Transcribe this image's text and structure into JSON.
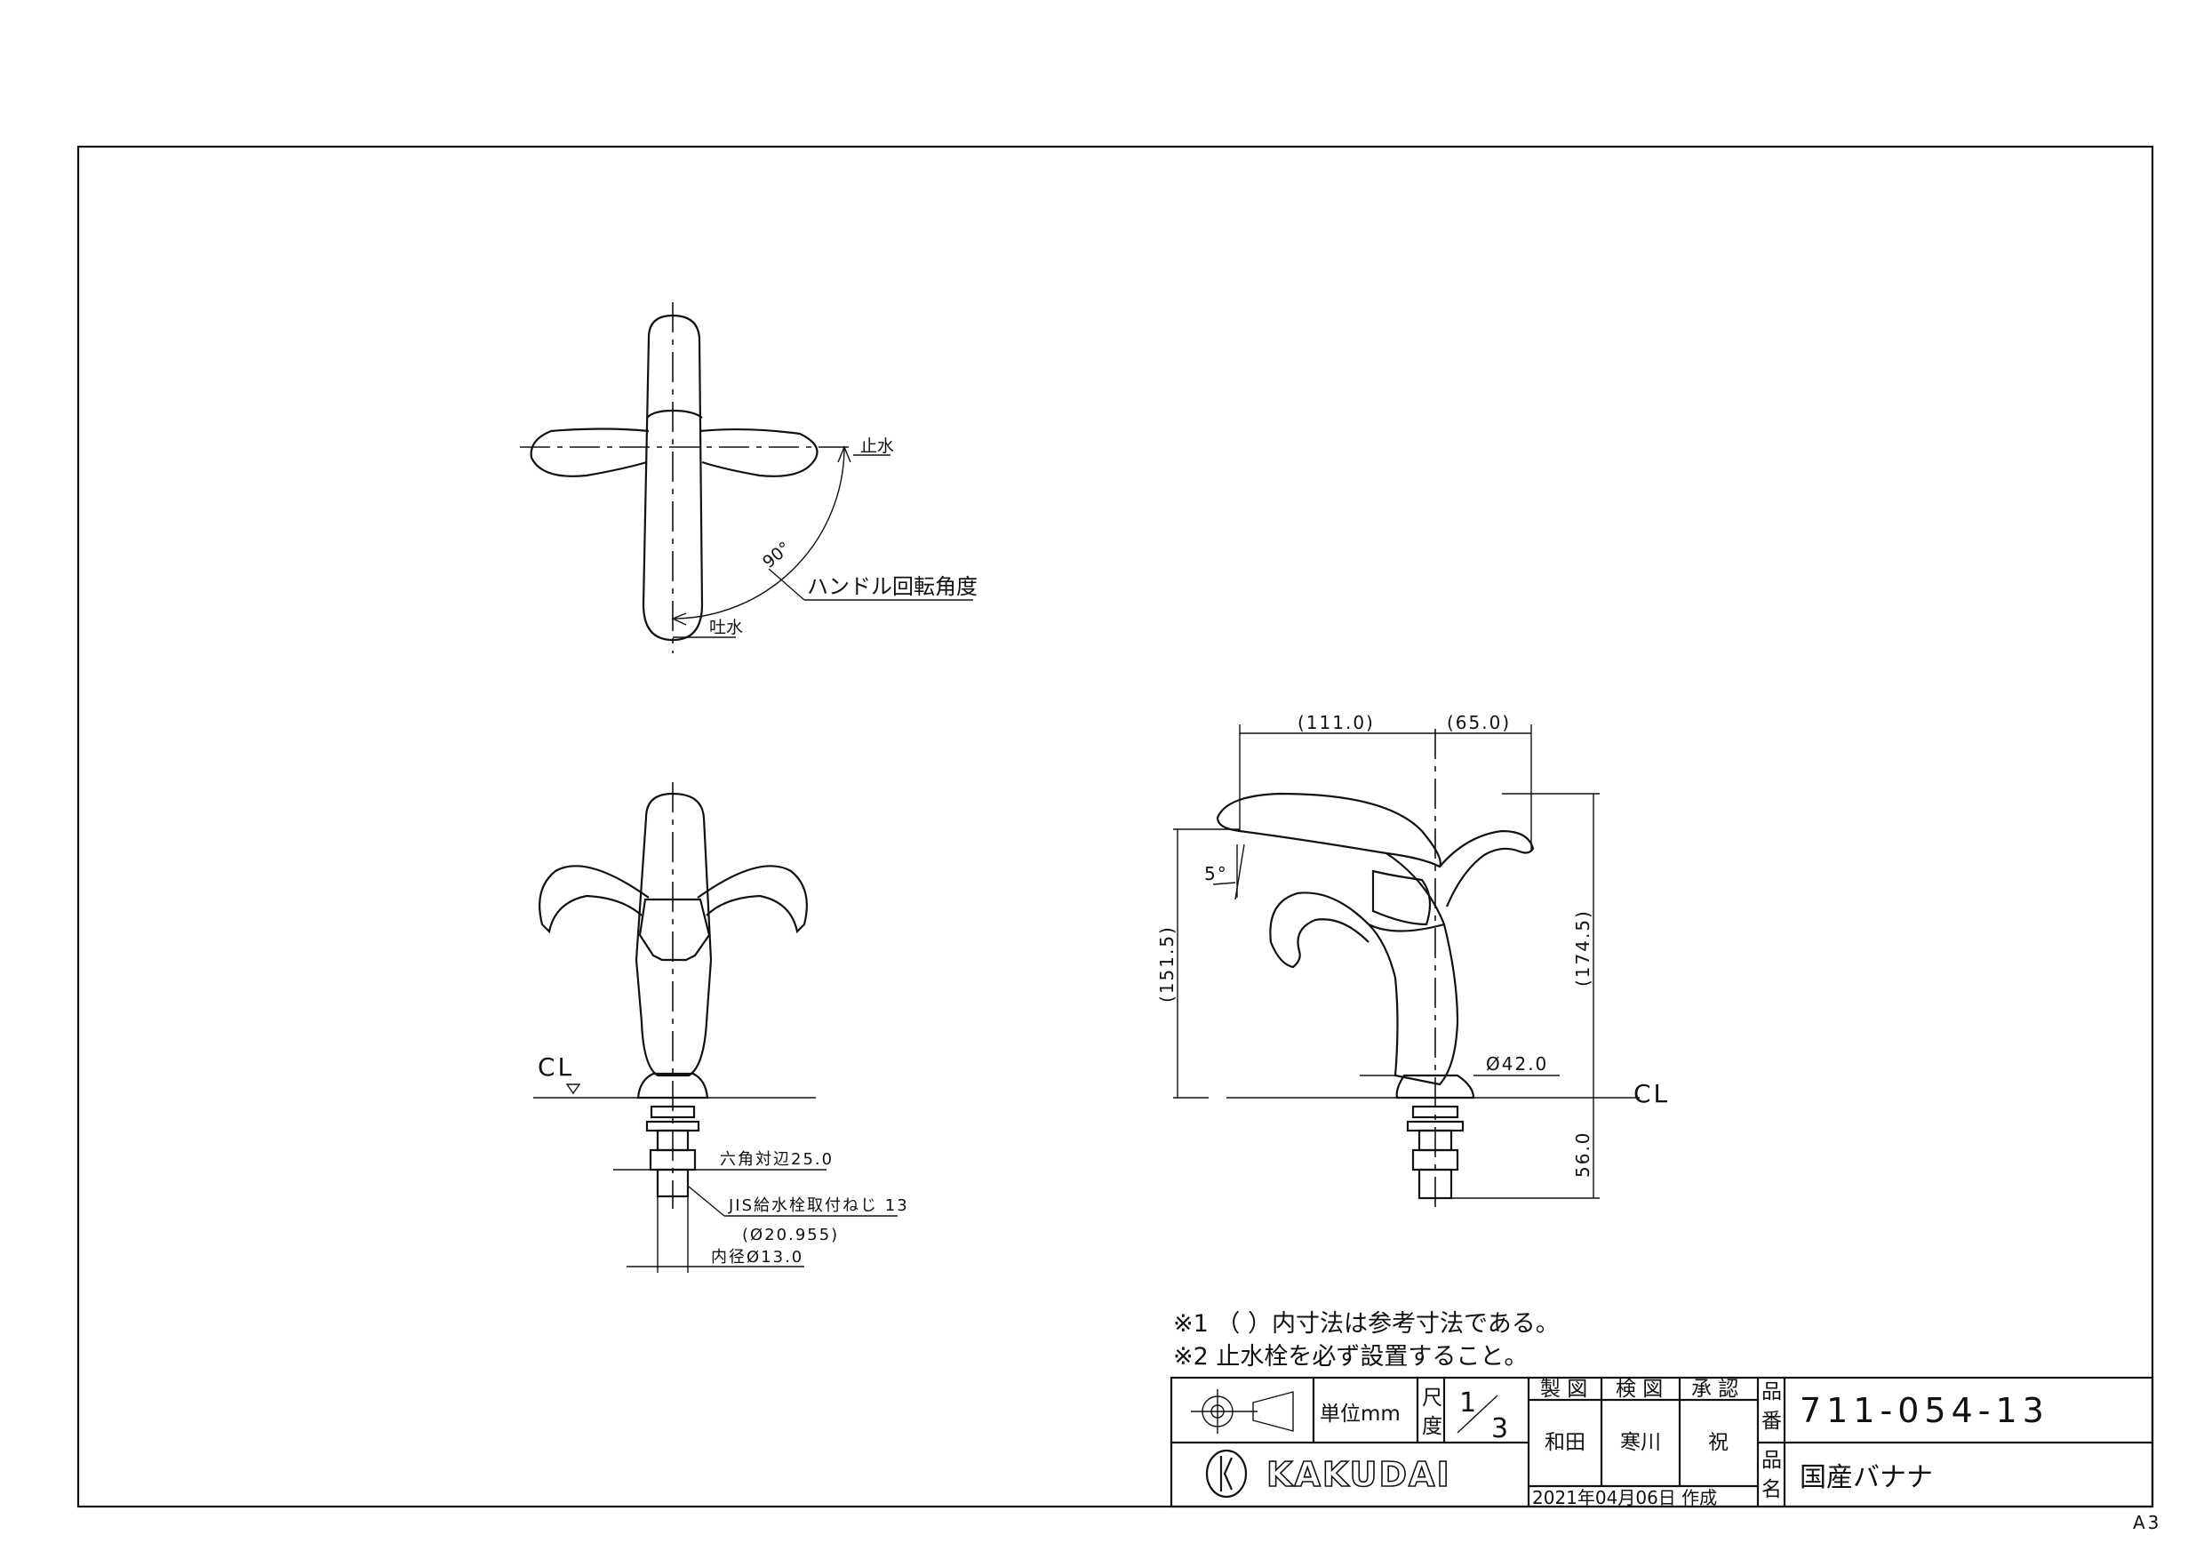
{
  "notes": {
    "note1": "※1 （ ）内寸法は参考寸法である。",
    "note2": "※2 止水栓を必ず設置すること。"
  },
  "top_view": {
    "stop_label": "止水",
    "spout_label": "吐水",
    "angle_label": "90°",
    "handle_rotation_label": "ハンドル回転角度"
  },
  "front_view": {
    "cl_label": "CL",
    "hex_label": "六角対辺25.0",
    "thread_label": "JIS給水栓取付ねじ 13",
    "thread_dia_label": "(Ø20.955)",
    "inner_dia_label": "内径Ø13.0"
  },
  "side_view": {
    "dim_111": "(111.0)",
    "dim_65": "(65.0)",
    "dim_151": "(151.5)",
    "dim_174": "(174.5)",
    "dim_angle": "5°",
    "dim_dia42": "Ø42.0",
    "dim_56": "56.0",
    "cl_label": "CL"
  },
  "title_block": {
    "unit_label": "単位mm",
    "scale_label_1": "尺",
    "scale_label_2": "度",
    "scale_num": "1",
    "scale_den": "3",
    "drawn_label": "製 図",
    "checked_label": "検 図",
    "approved_label": "承 認",
    "drawn_by": "和田",
    "checked_by": "寒川",
    "approved_by": "祝",
    "date": "2021年04月06日 作成",
    "part_no_label_1": "品",
    "part_no_label_2": "番",
    "part_no": "711-054-13",
    "part_name_label_1": "品",
    "part_name_label_2": "名",
    "part_name": "国産バナナ",
    "brand": "KAKUDAI"
  },
  "sheet_size": "A3"
}
